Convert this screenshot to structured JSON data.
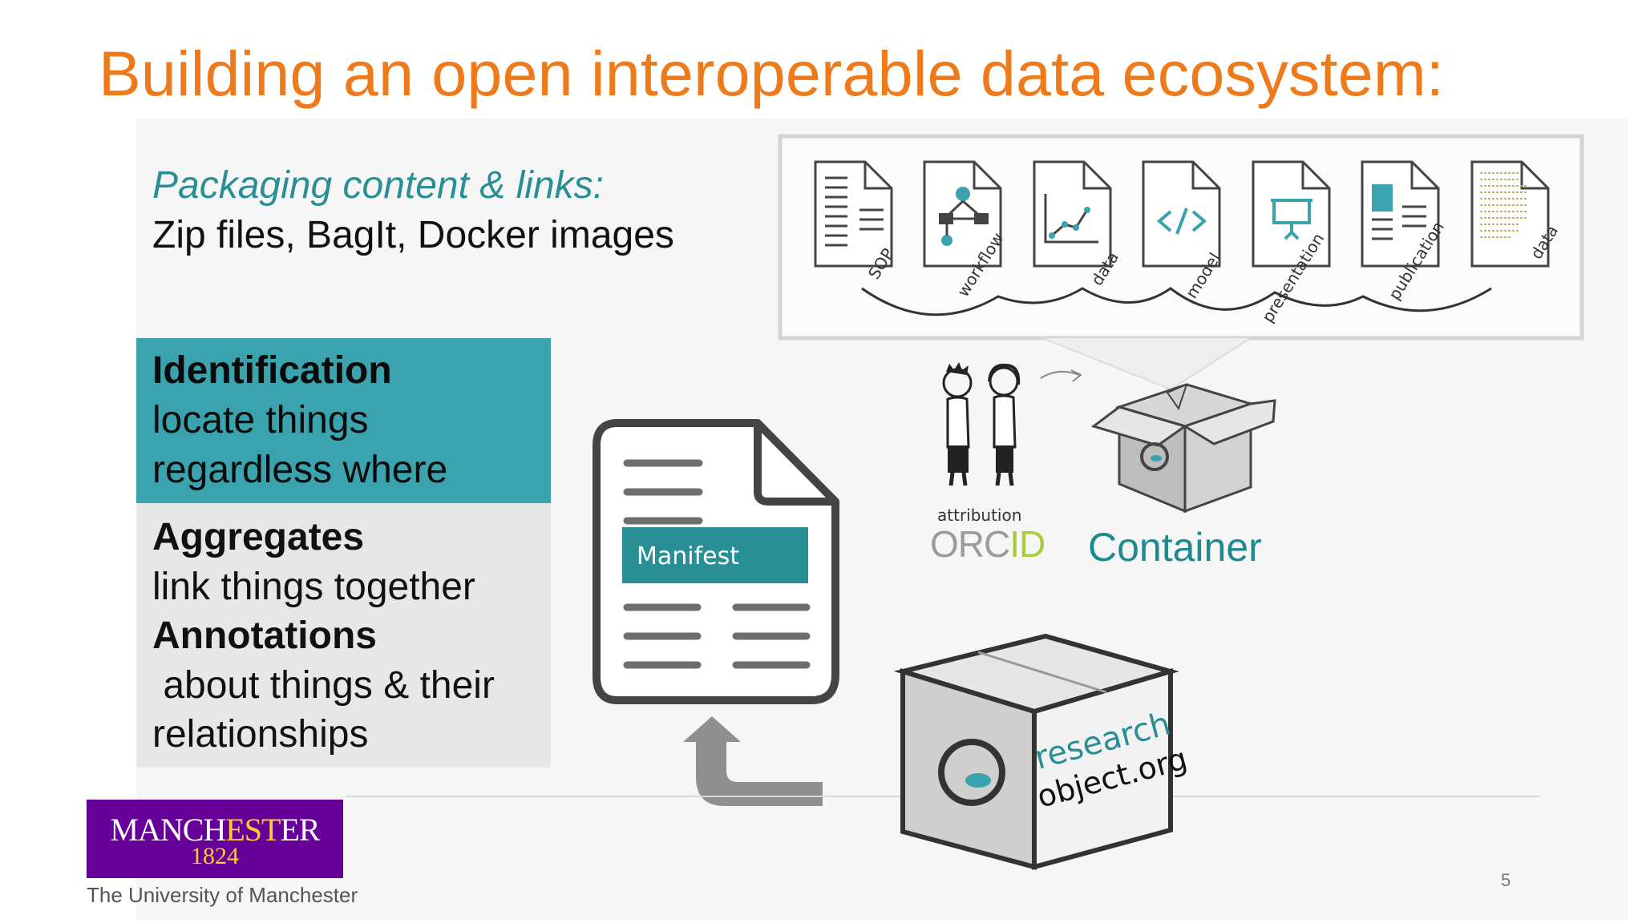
{
  "title": "Building an open interoperable data ecosystem:",
  "packaging": {
    "heading": "Packaging content & links:",
    "text": "Zip files, BagIt, Docker images"
  },
  "identification": {
    "heading": "Identification",
    "line1": "locate things",
    "line2": "regardless where"
  },
  "aggregates": {
    "heading": "Aggregates",
    "text": "link things together"
  },
  "annotations": {
    "heading": "Annotations",
    "line1": " about things & their",
    "line2": "relationships"
  },
  "manifest": {
    "label": "Manifest"
  },
  "file_types": [
    "SOP",
    "workflow",
    "data",
    "model",
    "presentation",
    "publication",
    "data"
  ],
  "attribution": {
    "label": "attribution",
    "orcid_prefix": "ORC",
    "orcid_suffix": "ID"
  },
  "container": {
    "label": "Container"
  },
  "research_object": {
    "line1": "research",
    "line2": "object.org"
  },
  "logo": {
    "name_pre": "MANCH",
    "name_mid": "EST",
    "name_post": "ER",
    "year": "1824"
  },
  "university": "The University of Manchester",
  "page_number": "5",
  "colors": {
    "title": "#ef7a1a",
    "teal": "#3aa3ad",
    "purple": "#660099"
  }
}
